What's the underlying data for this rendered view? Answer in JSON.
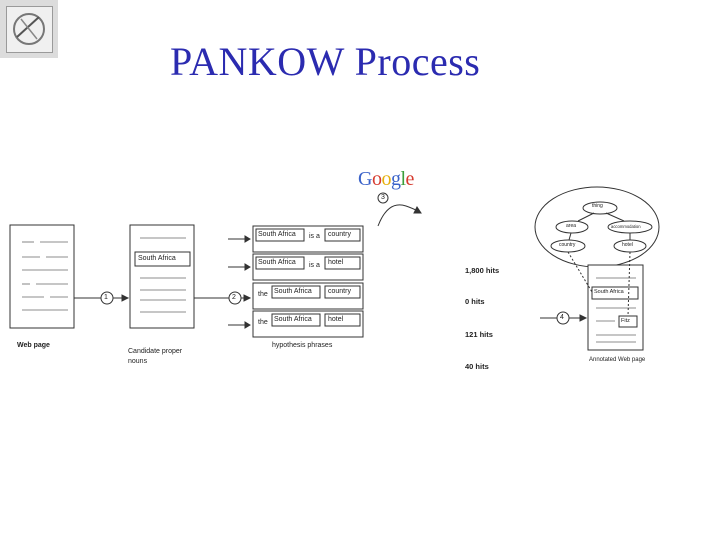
{
  "slide": {
    "title": "PANKOW Process"
  },
  "logo": {
    "name": "institution-logo"
  },
  "diagram": {
    "web_page_label": "Web page",
    "candidate_label_1": "Candidate proper",
    "candidate_label_2": "nouns",
    "south_africa": "South Africa",
    "hypothesis_label": "hypothesis phrases",
    "steps": [
      "1",
      "2",
      "3",
      "4"
    ],
    "search_engine": "Google",
    "phrases": [
      {
        "prefix": "",
        "middle": "is a",
        "concept": "country"
      },
      {
        "prefix": "",
        "middle": "is a",
        "concept": "hotel"
      },
      {
        "prefix": "the",
        "middle": "",
        "concept": "country"
      },
      {
        "prefix": "the",
        "middle": "",
        "concept": "hotel"
      }
    ],
    "hits": [
      "1,800 hits",
      "0 hits",
      "121 hits",
      "40 hits"
    ],
    "ontology": {
      "root": "thing",
      "area": "area",
      "accommodation": "accommodation",
      "country": "country",
      "hotel": "hotel"
    },
    "annotated_label": "Annotated Web page",
    "annotation_tag": "South Africa",
    "fitz": "Fitz"
  }
}
